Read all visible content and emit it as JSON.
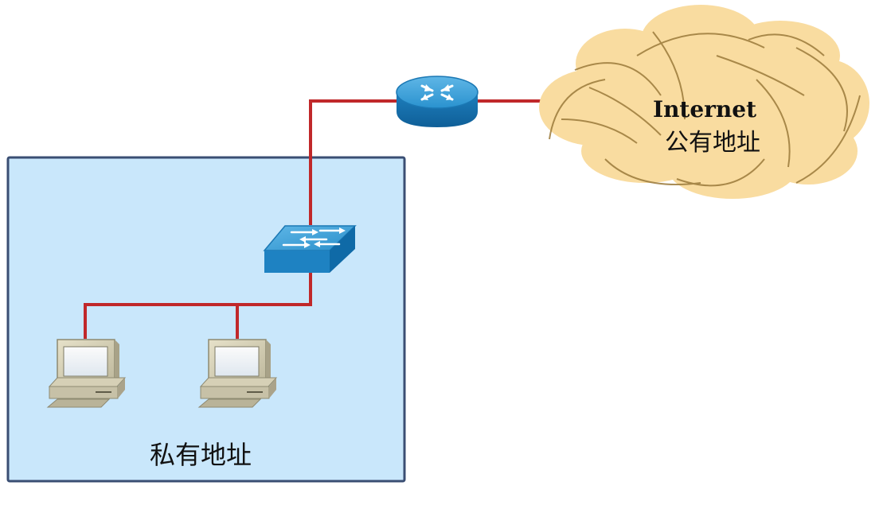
{
  "cloud": {
    "title": "Internet",
    "subtitle": "公有地址"
  },
  "private_network": {
    "label": "私有地址"
  },
  "colors": {
    "link": "#c0282a",
    "lan_fill": "#c9e7fb",
    "lan_border": "#3a4e73",
    "cloud_fill": "#f9dca0",
    "cloud_stroke": "#9b7a3a",
    "device_blue": "#1d8fcf"
  },
  "icons": {
    "router": "router-icon",
    "switch": "switch-icon",
    "pc_left": "computer-icon",
    "pc_right": "computer-icon",
    "cloud": "cloud-icon"
  }
}
